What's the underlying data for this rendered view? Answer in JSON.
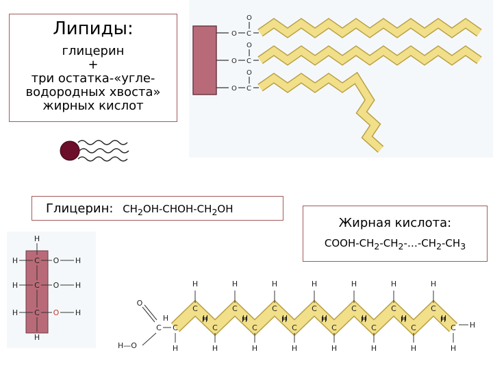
{
  "lipid_box": {
    "title": "Липиды:",
    "line1": "глицерин",
    "line2": "+",
    "line3": "три остатка-«угле-",
    "line4": "водородных хвоста»",
    "line5": "жирных кислот"
  },
  "glycerin_box": {
    "label": "Глицерин:",
    "formula": {
      "p1": "CH",
      "s1": "2",
      "p2": "OH-CHOH-CH",
      "s2": "2",
      "p3": "OH"
    }
  },
  "fatty_acid_box": {
    "label": "Жирная кислота:",
    "formula": {
      "p1": "COOH-CH",
      "s1": "2",
      "p2": "-CH",
      "s2": "2",
      "p3": "-…-CH",
      "s3": "2",
      "p4": "-CH",
      "s4": "3"
    }
  },
  "atoms": {
    "H": "H",
    "C": "C",
    "O": "O",
    "HO": "H—O"
  },
  "colors": {
    "glycerol_block": "#b96a78",
    "chain_fill": "#f2df8a",
    "chain_stroke": "#b8a044",
    "box_border": "#a15a5a",
    "red_o": "#c0392b"
  }
}
